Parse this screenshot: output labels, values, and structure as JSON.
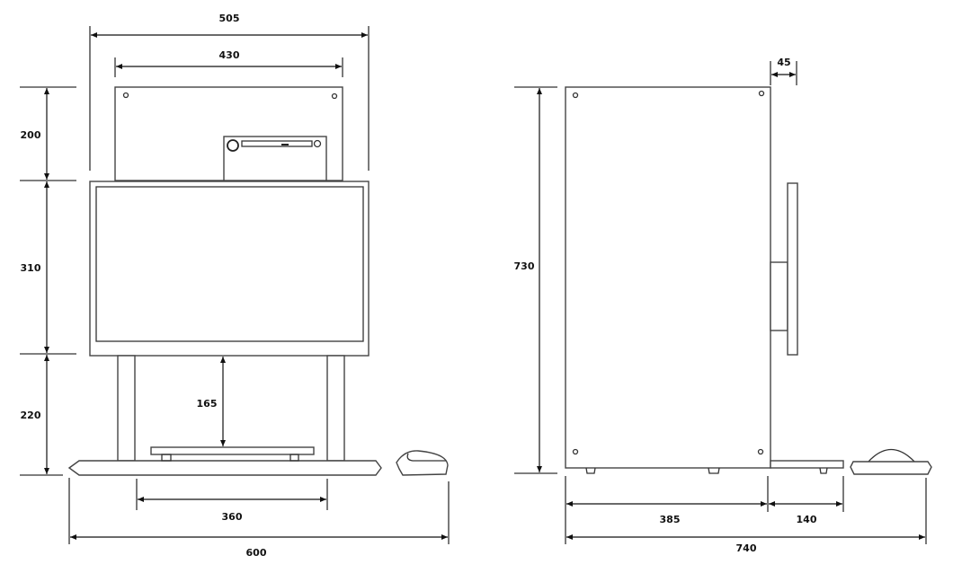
{
  "front_view": {
    "dimensions": {
      "overall_width_top": "505",
      "panel_width": "430",
      "top_height": "200",
      "monitor_height": "310",
      "leg_height": "220",
      "monitor_to_keyboard": "165",
      "leg_spacing": "360",
      "base_width": "600"
    }
  },
  "side_view": {
    "dimensions": {
      "total_height": "730",
      "monitor_offset": "45",
      "cabinet_depth": "385",
      "keyboard_tray_depth": "140",
      "overall_depth": "740"
    }
  }
}
